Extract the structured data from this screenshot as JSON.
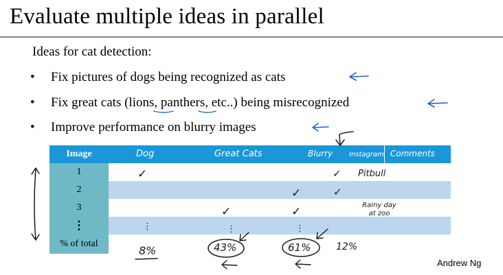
{
  "slide": {
    "title": "Evaluate multiple ideas in parallel",
    "subtitle": "Ideas for cat detection:",
    "bullet_symbol": "•",
    "bullets": [
      "Fix pictures of dogs being recognized as cats",
      "Fix great cats (lions, panthers, etc..) being misrecognized",
      "Improve performance on blurry images"
    ],
    "author": "Andrew Ng"
  },
  "table": {
    "image_header": "Image",
    "handwritten_headers": [
      "Dog",
      "Great Cats",
      "Blurry",
      "Instagram",
      "Comments"
    ],
    "rows": [
      {
        "image": "1",
        "dog": "✓",
        "great_cats": "",
        "blurry": "",
        "instagram": "✓",
        "comments": "Pitbull"
      },
      {
        "image": "2",
        "dog": "",
        "great_cats": "",
        "blurry": "✓",
        "instagram": "✓",
        "comments": ""
      },
      {
        "image": "3",
        "dog": "",
        "great_cats": "✓",
        "blurry": "✓",
        "instagram": "",
        "comments": "Rainy day at zoo"
      },
      {
        "image": "⋮",
        "dog": "⋮",
        "great_cats": "⋮",
        "blurry": "⋮",
        "instagram": "",
        "comments": ""
      }
    ],
    "total_label": "% of total",
    "totals": {
      "dog": "8%",
      "great_cats": "43%",
      "blurry": "61%",
      "instagram": "12%"
    }
  },
  "colors": {
    "header_blue": "#1a96d9",
    "image_col_teal": "#6fb9c7",
    "row_light_blue": "#bcd6ed",
    "ink_blue": "#1f5fd6",
    "ink_black": "#1a1a1a"
  }
}
